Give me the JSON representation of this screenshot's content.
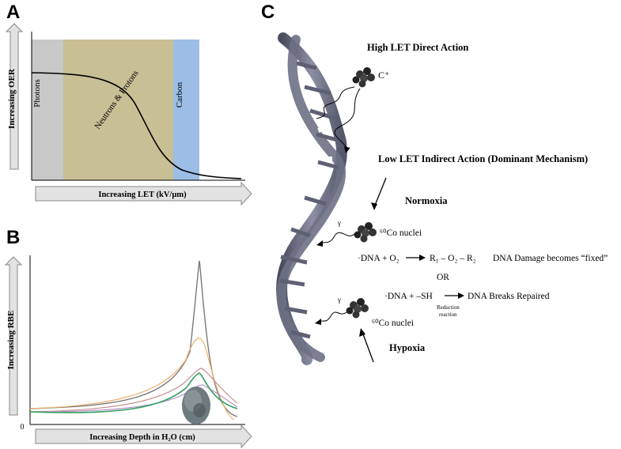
{
  "panels": {
    "a": "A",
    "b": "B",
    "c": "C"
  },
  "panel_a": {
    "y_axis_label": "Increasing OER",
    "x_axis_label": "Increasing LET (kV/µm)",
    "region_photons": "Photons",
    "region_neutrons": "Neutrons & Protons",
    "region_carbon": "Carbon",
    "colors": {
      "photons": "#c8c8c8",
      "neutrons": "#c8bf95",
      "carbon": "#9bbde6"
    }
  },
  "panel_b": {
    "y_axis_label": "Increasing RBE",
    "x_axis_label": "Increasing Depth in H₂O (cm)",
    "origin_label": "0",
    "colors": [
      "#7a7a7a",
      "#f0b070",
      "#c89090",
      "#b890c8",
      "#30a060"
    ]
  },
  "panel_c": {
    "high_let_title": "High LET Direct Action",
    "carbon_ion": "C⁺",
    "low_let_title": "Low LET Indirect Action (Dominant Mechanism)",
    "normoxia": "Normoxia",
    "hypoxia": "Hypoxia",
    "gamma": "γ",
    "cobalt_top": "⁶⁰Co nuclei",
    "cobalt_bottom": "⁶⁰Co nuclei",
    "reaction1_left": "·DNA + O₂",
    "reaction1_right": "R₁ – O₂ – R₂",
    "reaction1_result": "DNA Damage becomes “fixed”",
    "or": "OR",
    "reaction2_left": "·DNA + –SH",
    "reaction2_right": "DNA Breaks Repaired",
    "reduction": "Reduction",
    "reaction": "reaction"
  }
}
